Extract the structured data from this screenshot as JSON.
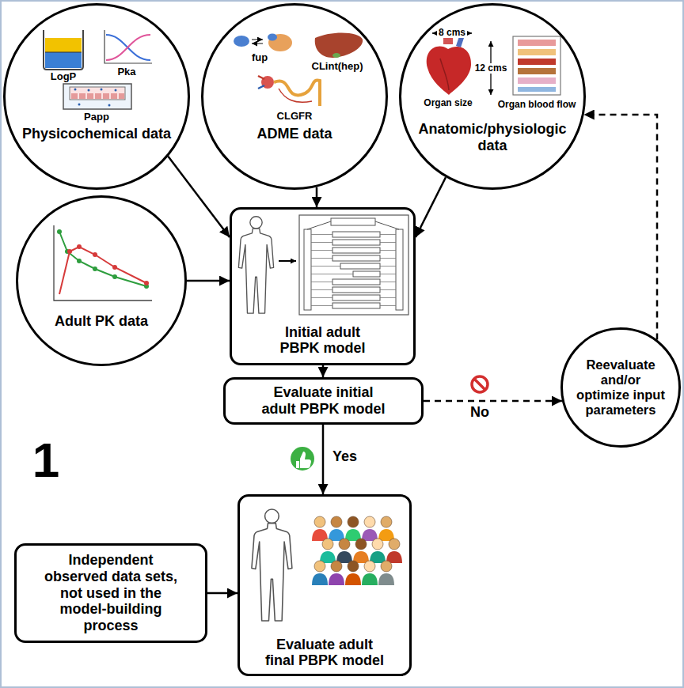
{
  "diagram": {
    "nodes": [
      {
        "text": [
          "Physicochemical data"
        ]
      },
      {
        "text": [
          "ADME data"
        ]
      },
      {
        "text": [
          "Anatomic/physiologic data"
        ]
      },
      {
        "text": [
          "Adult PK data"
        ]
      },
      {
        "text": [
          "Initial adult PBPK model"
        ]
      },
      {
        "text": [
          "Evaluate initial adult PBPK model"
        ]
      },
      {
        "text": [
          "Reevaluate and/or optimize input parameters"
        ]
      },
      {
        "text": [
          "Independent observed data sets, not used in the model-building process"
        ]
      },
      {
        "text": [
          "Evaluate adult final PBPK model"
        ]
      }
    ],
    "edges": [
      {
        "from": 0,
        "to": 4,
        "arrow": "to"
      },
      {
        "from": 1,
        "to": 4,
        "arrow": "to"
      },
      {
        "from": 2,
        "to": 4,
        "arrow": "to"
      },
      {
        "from": 3,
        "to": 4,
        "arrow": "to"
      },
      {
        "from": 4,
        "to": 5,
        "arrow": "to"
      },
      {
        "from": 5,
        "to": 6,
        "label": "No",
        "arrow": "to"
      },
      {
        "from": 6,
        "to": 2,
        "arrow": "to"
      },
      {
        "from": 5,
        "to": 8,
        "label": "Yes",
        "arrow": "to"
      },
      {
        "from": 7,
        "to": 8,
        "arrow": "to"
      }
    ],
    "labels": [
      "LogP",
      "Pka",
      "Papp",
      "fup",
      "CLint(hep)",
      "CLGFR",
      "8 cms",
      "12 cms",
      "Organ size",
      "Organ blood flow",
      "1"
    ]
  }
}
